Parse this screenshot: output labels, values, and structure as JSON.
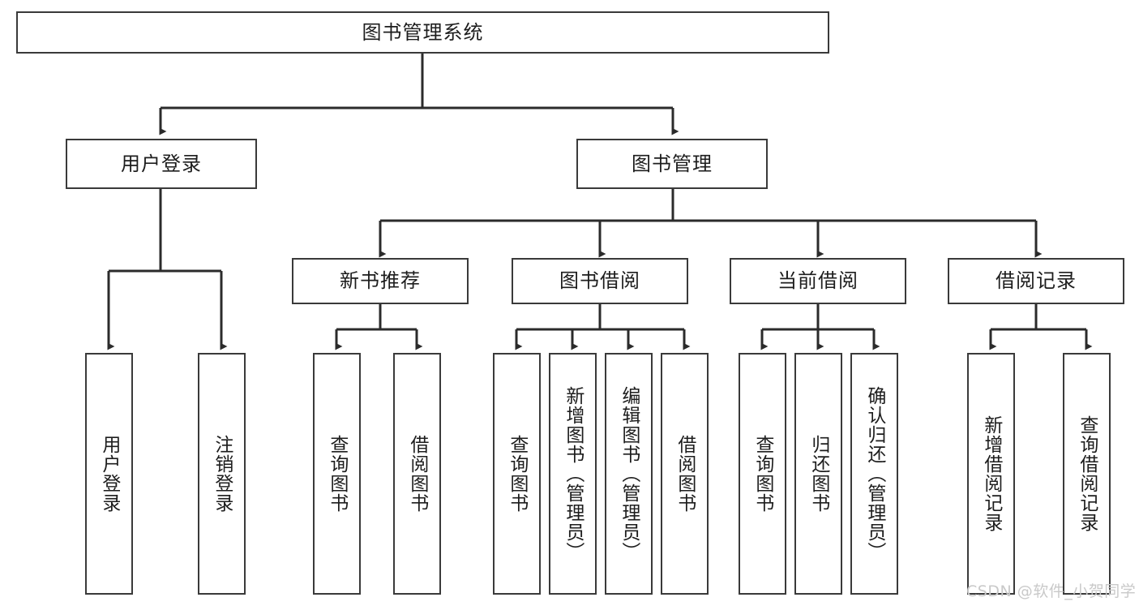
{
  "diagram": {
    "title": "图书管理系统",
    "type": "hierarchy-tree",
    "colors": {
      "box_border": "#3a3a3a",
      "box_fill": "#ffffff",
      "edge": "#2b2b2b",
      "text": "#1d1d1d",
      "watermark": "#c9c9c9",
      "background": "#ffffff"
    },
    "root": {
      "label": "图书管理系统"
    },
    "level2": [
      {
        "label": "用户登录"
      },
      {
        "label": "图书管理"
      }
    ],
    "level3": [
      {
        "label": "新书推荐"
      },
      {
        "label": "图书借阅"
      },
      {
        "label": "当前借阅"
      },
      {
        "label": "借阅记录"
      }
    ],
    "leaves": {
      "user_login": [
        {
          "label": "用户登录"
        },
        {
          "label": "注销登录"
        }
      ],
      "new_book_recommend": [
        {
          "label": "查询图书"
        },
        {
          "label": "借阅图书"
        }
      ],
      "book_borrow": [
        {
          "label": "查询图书"
        },
        {
          "label": "新增图书（管理员）"
        },
        {
          "label": "编辑图书（管理员）"
        },
        {
          "label": "借阅图书"
        }
      ],
      "current_borrow": [
        {
          "label": "查询图书"
        },
        {
          "label": "归还图书"
        },
        {
          "label": "确认归还（管理员）"
        }
      ],
      "borrow_records": [
        {
          "label": "新增借阅记录"
        },
        {
          "label": "查询借阅记录"
        }
      ]
    },
    "watermark": "CSDN @软件_小贺同学"
  }
}
